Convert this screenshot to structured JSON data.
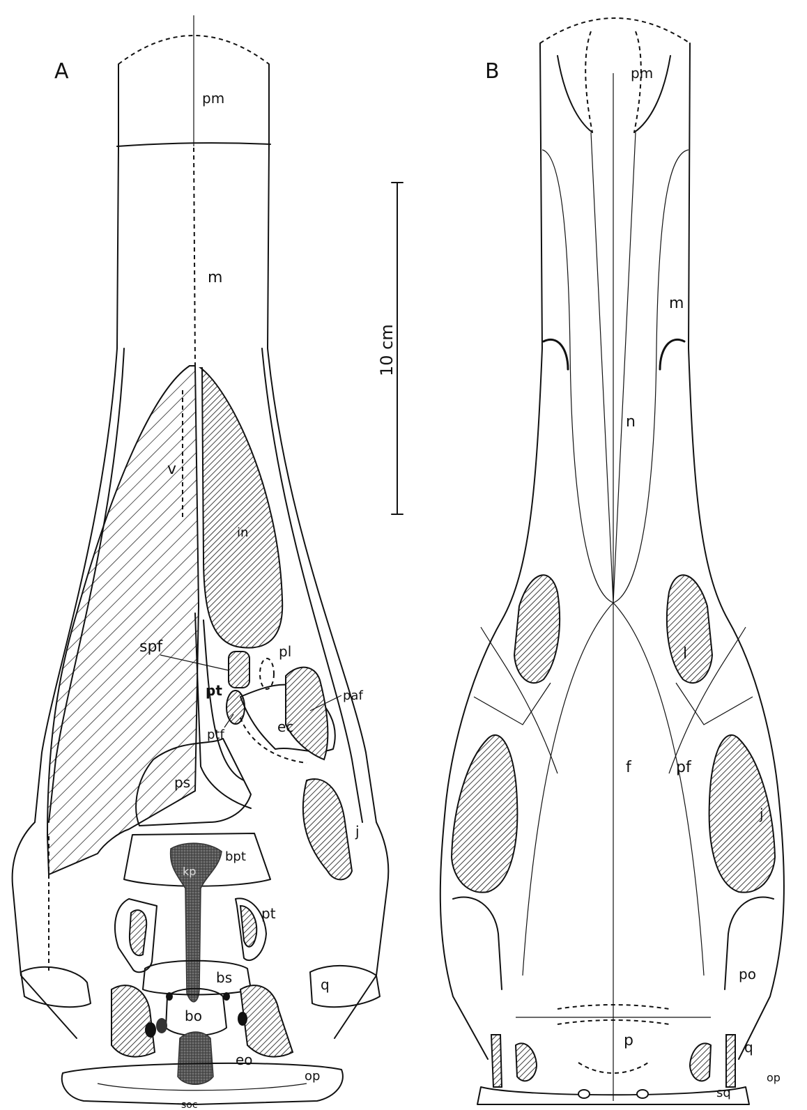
{
  "panels": {
    "A": {
      "letter": "A",
      "labels": {
        "pm": "pm",
        "m": "m",
        "v": "v",
        "in": "in",
        "spf": "spf",
        "pl": "pl",
        "pt_upper": "pt",
        "paf": "paf",
        "ptf": "ptf",
        "ec": "ec",
        "ps": "ps",
        "j": "j",
        "bpt": "bpt",
        "kp": "kp",
        "pt_lower": "pt",
        "bs": "bs",
        "q": "q",
        "bo": "bo",
        "eo": "eo",
        "op": "op",
        "soc": "soc"
      }
    },
    "B": {
      "letter": "B",
      "labels": {
        "pm": "pm",
        "m": "m",
        "n": "n",
        "l": "l",
        "f": "f",
        "pf": "pf",
        "j": "j",
        "po": "po",
        "p": "p",
        "q": "q",
        "sq": "sq",
        "op": "op"
      }
    }
  },
  "scale_bar": {
    "label": "10 cm"
  },
  "colors": {
    "ink": "#111111",
    "background": "#ffffff"
  }
}
